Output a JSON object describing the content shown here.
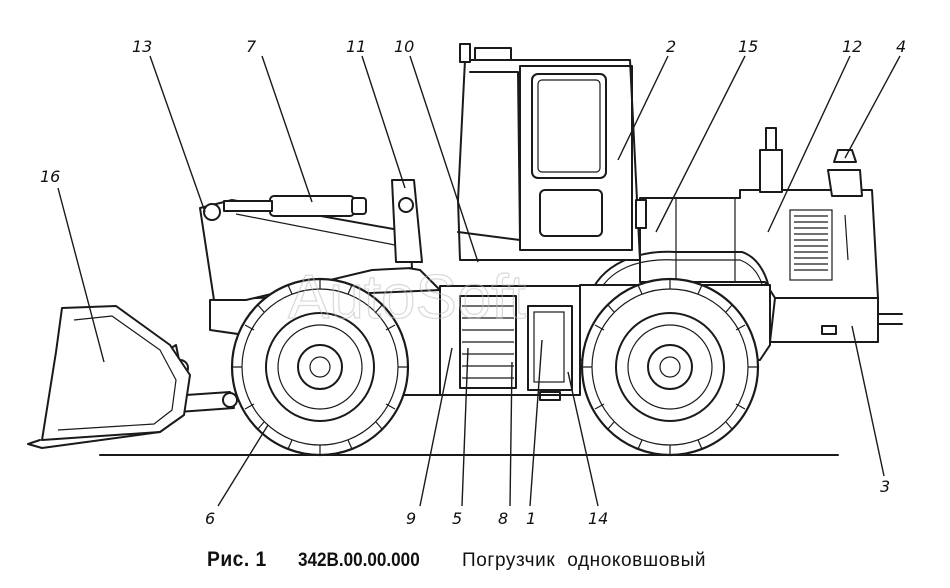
{
  "watermark": "AutoSoft",
  "caption": {
    "figure_label": "Рис. 1",
    "code": "342В.00.00.000",
    "title": "Погрузчик одноковшовый"
  },
  "callouts": [
    "13",
    "7",
    "11",
    "10",
    "2",
    "15",
    "12",
    "4",
    "16",
    "6",
    "9",
    "5",
    "8",
    "1",
    "14",
    "3"
  ]
}
